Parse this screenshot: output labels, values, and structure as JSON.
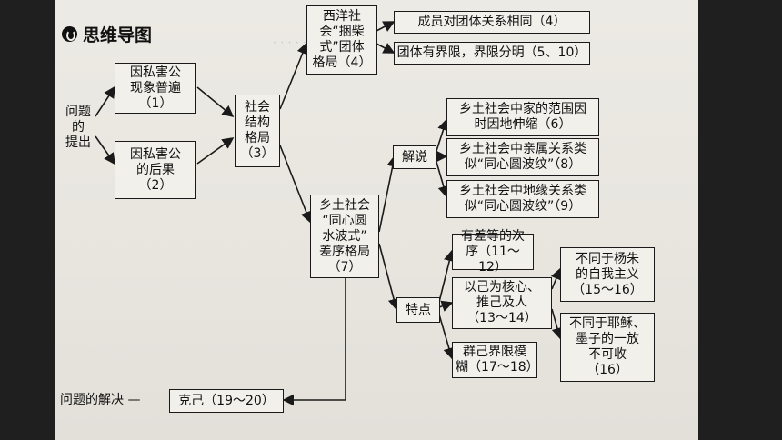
{
  "header": {
    "title": "思维导图"
  },
  "nodes": {
    "question": "问题\n的\n提出",
    "cause": "因私害公\n现象普遍\n（1）",
    "consequence": "因私害公\n的后果\n（2）",
    "structure": "社会\n结构\n格局\n（3）",
    "western": "西洋社\n会“捆柴\n式”团体\n格局（4）",
    "w1": "成员对团体关系相同（4）",
    "w2": "团体有界限，界限分明（5、10）",
    "rural": "乡土社会\n“同心圆\n水波式”\n差序格局\n（7）",
    "explain": "解说",
    "e1": "乡土社会中家的范围因\n时因地伸缩（6）",
    "e2": "乡土社会中亲属关系类\n似“同心圆波纹”（8）",
    "e3": "乡土社会中地缘关系类\n似“同心圆波纹”（9）",
    "feature": "特点",
    "f1": "有差等的次\n序（11～12）",
    "f2": "以己为核心、\n推己及人\n（13～14）",
    "f3": "群己界限模\n糊（17～18）",
    "g1": "不同于杨朱\n的自我主义\n（15～16）",
    "g2": "不同于耶稣、\n墨子的一放\n不可收\n（16）",
    "solution_label": "问题的解决 —",
    "solution": "克己（19～20）"
  }
}
